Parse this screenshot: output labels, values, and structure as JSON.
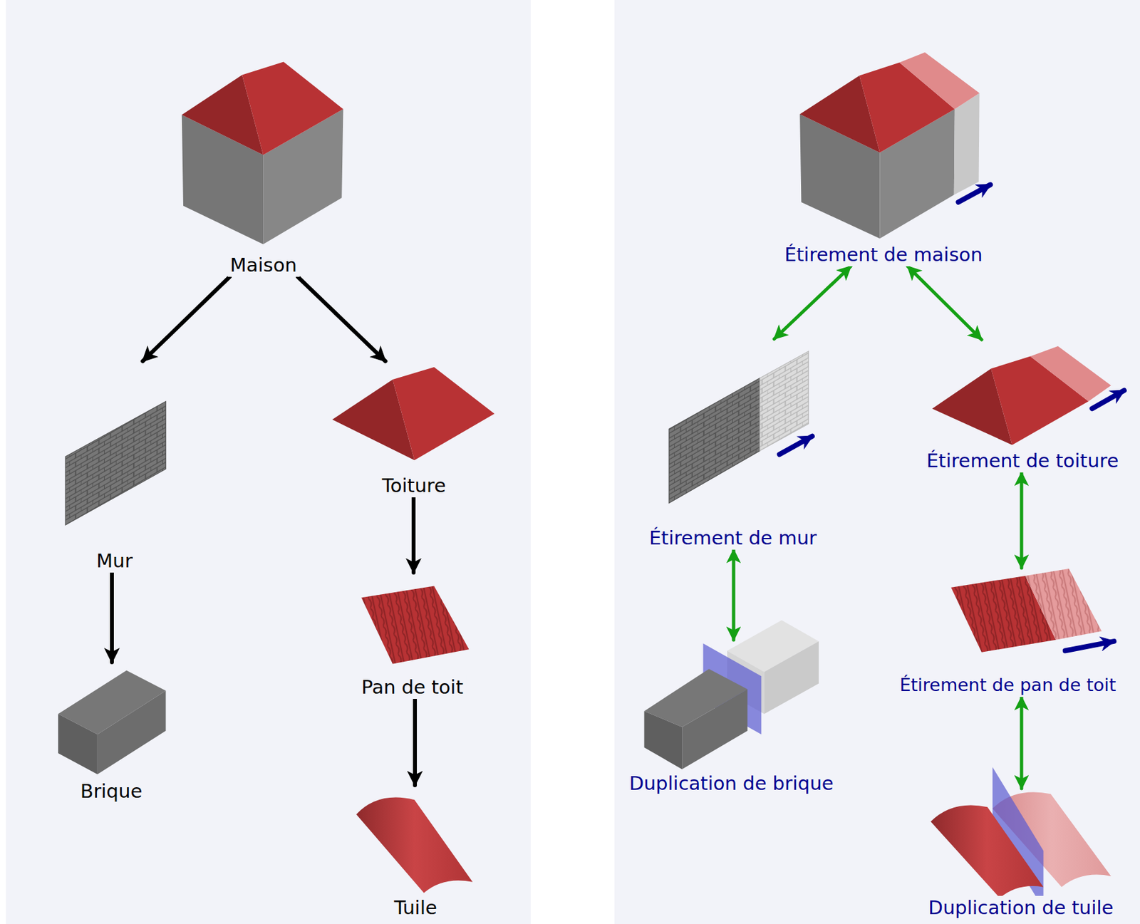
{
  "diagram": {
    "nodes": [
      {
        "text": [
          "Maison"
        ]
      },
      {
        "text": [
          "Mur"
        ]
      },
      {
        "text": [
          "Toiture"
        ]
      },
      {
        "text": [
          "Brique"
        ]
      },
      {
        "text": [
          "Pan de toit"
        ]
      },
      {
        "text": [
          "Tuile"
        ]
      },
      {
        "text": [
          "Étirement de maison"
        ]
      },
      {
        "text": [
          "Étirement de mur"
        ]
      },
      {
        "text": [
          "Étirement de toiture"
        ]
      },
      {
        "text": [
          "Duplication de brique"
        ]
      },
      {
        "text": [
          "Étirement de pan de toit"
        ]
      },
      {
        "text": [
          "Duplication de tuile"
        ]
      }
    ],
    "edges": [
      {
        "from": 0,
        "to": 1,
        "arrow": "to"
      },
      {
        "from": 0,
        "to": 2,
        "arrow": "to"
      },
      {
        "from": 1,
        "to": 3,
        "arrow": "to"
      },
      {
        "from": 2,
        "to": 4,
        "arrow": "to"
      },
      {
        "from": 4,
        "to": 5,
        "arrow": "to"
      },
      {
        "from": 6,
        "to": 7,
        "arrow": "both"
      },
      {
        "from": 6,
        "to": 8,
        "arrow": "both"
      },
      {
        "from": 7,
        "to": 9,
        "arrow": "both"
      },
      {
        "from": 8,
        "to": 10,
        "arrow": "both"
      },
      {
        "from": 10,
        "to": 11,
        "arrow": "both"
      }
    ]
  }
}
